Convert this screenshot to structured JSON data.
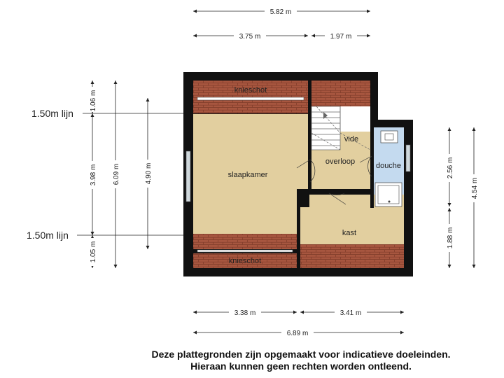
{
  "dimensions": {
    "top_total": "5.82 m",
    "top_left": "3.75 m",
    "top_right": "1.97 m",
    "bottom_left": "3.38 m",
    "bottom_right": "3.41 m",
    "bottom_total": "6.89 m",
    "left_top": "1.06 m",
    "left_mid": "3.98 m",
    "left_bottom": "1.05 m",
    "left_total": "6.09 m",
    "left_inner": "4.90 m",
    "right_top": "2.56 m",
    "right_bottom": "1.88 m",
    "right_total": "4.54 m"
  },
  "height_lines": {
    "top": "1.50m lijn",
    "bottom": "1.50m lijn"
  },
  "rooms": {
    "knieschot_top": "knieschot",
    "knieschot_bottom": "knieschot",
    "slaapkamer": "slaapkamer",
    "overloop": "overloop",
    "vide": "vide",
    "douche": "douche",
    "kast": "kast"
  },
  "disclaimer": {
    "line1": "Deze plattegronden zijn opgemaakt voor indicatieve doeleinden.",
    "line2": "Hieraan kunnen geen rechten worden ontleend."
  },
  "colors": {
    "floor": "#e2cf9f",
    "roof": "#a7563f",
    "wall": "#111111",
    "shower": "#c4daef",
    "window": "#cfd8dc"
  }
}
